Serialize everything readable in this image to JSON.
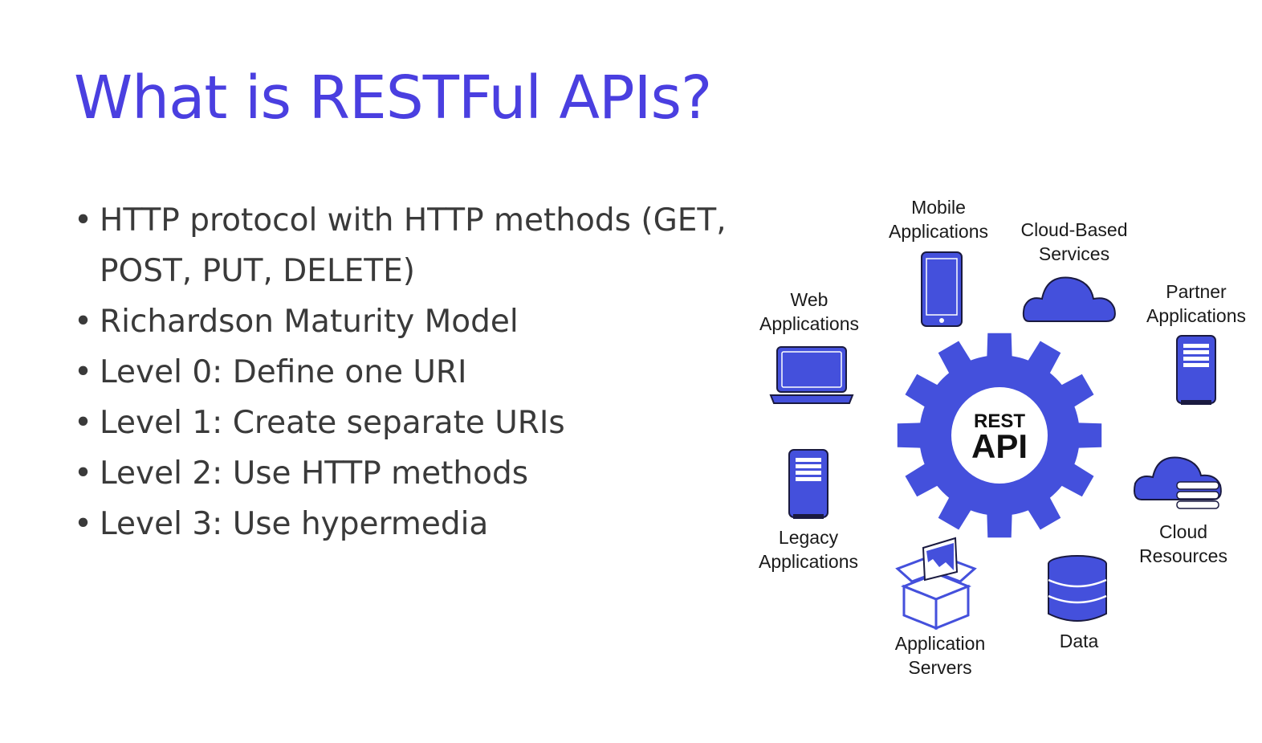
{
  "title": "What is RESTFul APIs?",
  "bullets": [
    "HTTP protocol with HTTP methods (GET, POST, PUT, DELETE)",
    "Richardson Maturity Model",
    "Level 0: Define one URI",
    "Level 1: Create separate URIs",
    "Level 2: Use HTTP methods",
    "Level 3: Use hypermedia"
  ],
  "bullet_glyph": "•",
  "diagram": {
    "center_line1": "REST",
    "center_line2": "API",
    "accent_color": "#4450dc",
    "nodes": {
      "mobile": "Mobile\nApplications",
      "cloud_based": "Cloud-Based\nServices",
      "web": "Web\nApplications",
      "partner": "Partner\nApplications",
      "legacy": "Legacy\nApplications",
      "cloud_resources": "Cloud\nResources",
      "app_servers": "Application\nServers",
      "data": "Data"
    }
  }
}
